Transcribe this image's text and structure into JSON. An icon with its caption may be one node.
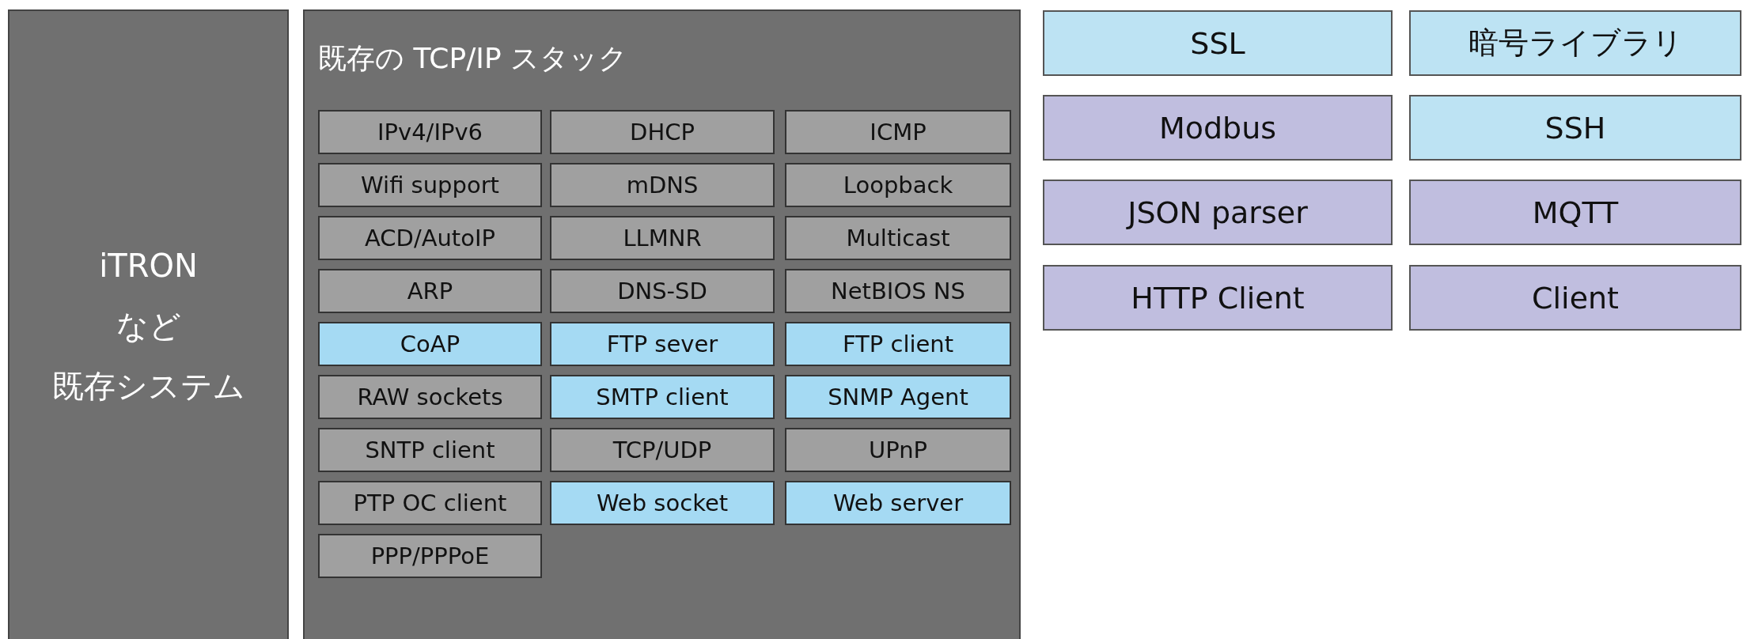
{
  "diagram": {
    "nodes": [
      {
        "text": [
          "iTRON",
          "など",
          "既存システム"
        ]
      },
      {
        "text": [
          "既存の TCP/IP スタック"
        ]
      },
      {
        "text": [
          "IPv4/IPv6"
        ],
        "in": 1
      },
      {
        "text": [
          "DHCP"
        ],
        "in": 1
      },
      {
        "text": [
          "ICMP"
        ],
        "in": 1
      },
      {
        "text": [
          "Wifi support"
        ],
        "in": 1
      },
      {
        "text": [
          "mDNS"
        ],
        "in": 1
      },
      {
        "text": [
          "Loopback"
        ],
        "in": 1
      },
      {
        "text": [
          "ACD/AutoIP"
        ],
        "in": 1
      },
      {
        "text": [
          "LLMNR"
        ],
        "in": 1
      },
      {
        "text": [
          "Multicast"
        ],
        "in": 1
      },
      {
        "text": [
          "ARP"
        ],
        "in": 1
      },
      {
        "text": [
          "DNS-SD"
        ],
        "in": 1
      },
      {
        "text": [
          "NetBIOS NS"
        ],
        "in": 1
      },
      {
        "text": [
          "CoAP"
        ],
        "in": 1
      },
      {
        "text": [
          "FTP sever"
        ],
        "in": 1
      },
      {
        "text": [
          "FTP client"
        ],
        "in": 1
      },
      {
        "text": [
          "RAW sockets"
        ],
        "in": 1
      },
      {
        "text": [
          "SMTP client"
        ],
        "in": 1
      },
      {
        "text": [
          "SNMP Agent"
        ],
        "in": 1
      },
      {
        "text": [
          "SNTP client"
        ],
        "in": 1
      },
      {
        "text": [
          "TCP/UDP"
        ],
        "in": 1
      },
      {
        "text": [
          "UPnP"
        ],
        "in": 1
      },
      {
        "text": [
          "PTP OC client"
        ],
        "in": 1
      },
      {
        "text": [
          "Web socket"
        ],
        "in": 1
      },
      {
        "text": [
          "Web server"
        ],
        "in": 1
      },
      {
        "text": [
          "PPP/PPPoE"
        ],
        "in": 1
      },
      {
        "text": [
          "SSL"
        ]
      },
      {
        "text": [
          "暗号ライブラリ"
        ]
      },
      {
        "text": [
          "Modbus"
        ]
      },
      {
        "text": [
          "SSH"
        ]
      },
      {
        "text": [
          "JSON parser"
        ]
      },
      {
        "text": [
          "MQTT"
        ]
      },
      {
        "text": [
          "HTTP Client"
        ]
      },
      {
        "text": [
          "Client"
        ]
      }
    ]
  }
}
